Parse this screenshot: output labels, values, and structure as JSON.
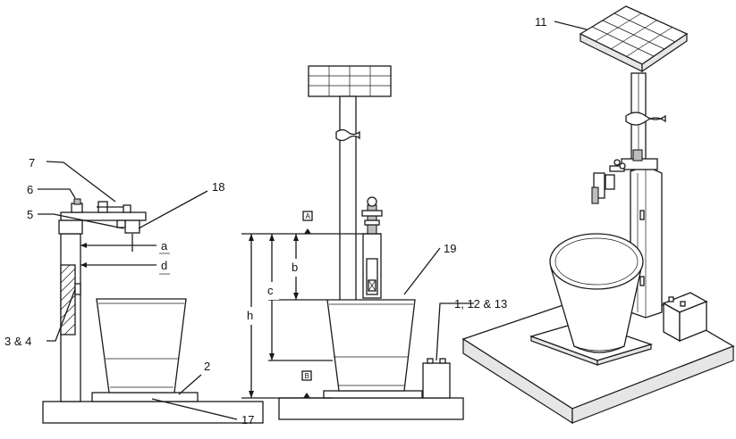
{
  "diagram": {
    "callouts": {
      "n11": "11",
      "n7": "7",
      "n6": "6",
      "n5": "5",
      "n18": "18",
      "n19": "19",
      "n1_12_13": "1, 12 & 13",
      "n3_4": "3 & 4",
      "n2": "2",
      "n17": "17"
    },
    "dimensions": {
      "a": "a",
      "d": "d",
      "b": "b",
      "c": "c",
      "h": "h"
    },
    "reference_marks": {
      "top": "A",
      "bottom": "B"
    }
  }
}
